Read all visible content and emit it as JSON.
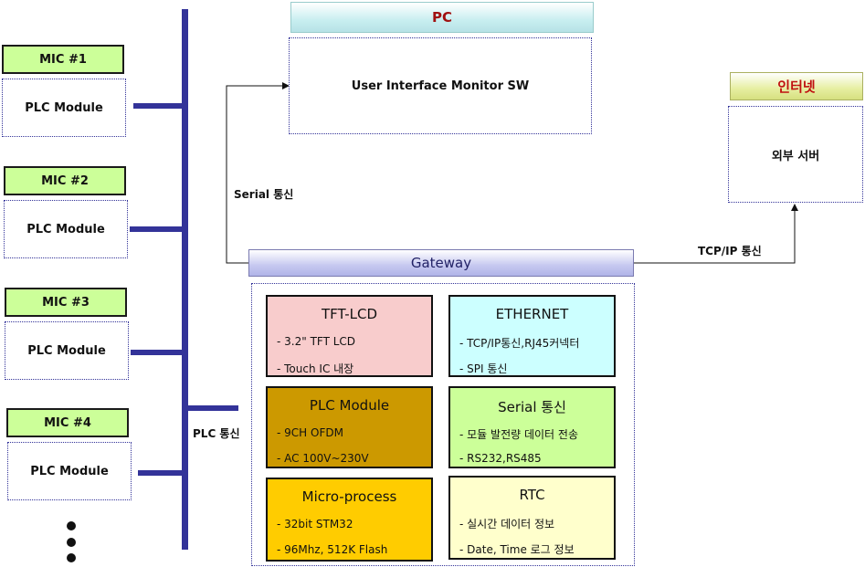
{
  "mics": [
    {
      "label": "MIC #1",
      "module": "PLC Module"
    },
    {
      "label": "MIC #2",
      "module": "PLC Module"
    },
    {
      "label": "MIC #3",
      "module": "PLC Module"
    },
    {
      "label": "MIC #4",
      "module": "PLC Module"
    }
  ],
  "pc": {
    "title": "PC",
    "content": "User Interface Monitor SW"
  },
  "internet": {
    "title": "인터넷",
    "content": "외부 서버"
  },
  "gateway": {
    "title": "Gateway"
  },
  "links": {
    "serial": "Serial 통신",
    "tcpip": "TCP/IP 통신",
    "plc": "PLC 통신"
  },
  "modules": {
    "tft": {
      "title": "TFT-LCD",
      "line1": "- 3.2\" TFT LCD",
      "line2": "- Touch IC 내장",
      "color": "#f8cccc"
    },
    "eth": {
      "title": "ETHERNET",
      "line1": "- TCP/IP통신,RJ45커넥터",
      "line2": "- SPI 통신",
      "color": "#ccffff"
    },
    "plc": {
      "title": "PLC Module",
      "line1": "- 9CH OFDM",
      "line2": "- AC 100V~230V",
      "color": "#cc9900"
    },
    "serial": {
      "title": "Serial 통신",
      "line1": "- 모듈 발전량 데이터 전송",
      "line2": "- RS232,RS485",
      "color": "#ccff99"
    },
    "micro": {
      "title": "Micro-process",
      "line1": "- 32bit STM32",
      "line2": "- 96Mhz, 512K Flash",
      "color": "#ffcc00"
    },
    "rtc": {
      "title": "RTC",
      "line1": "- 실시간 데이터 정보",
      "line2": "- Date, Time 로그 정보",
      "color": "#ffffcc"
    }
  }
}
